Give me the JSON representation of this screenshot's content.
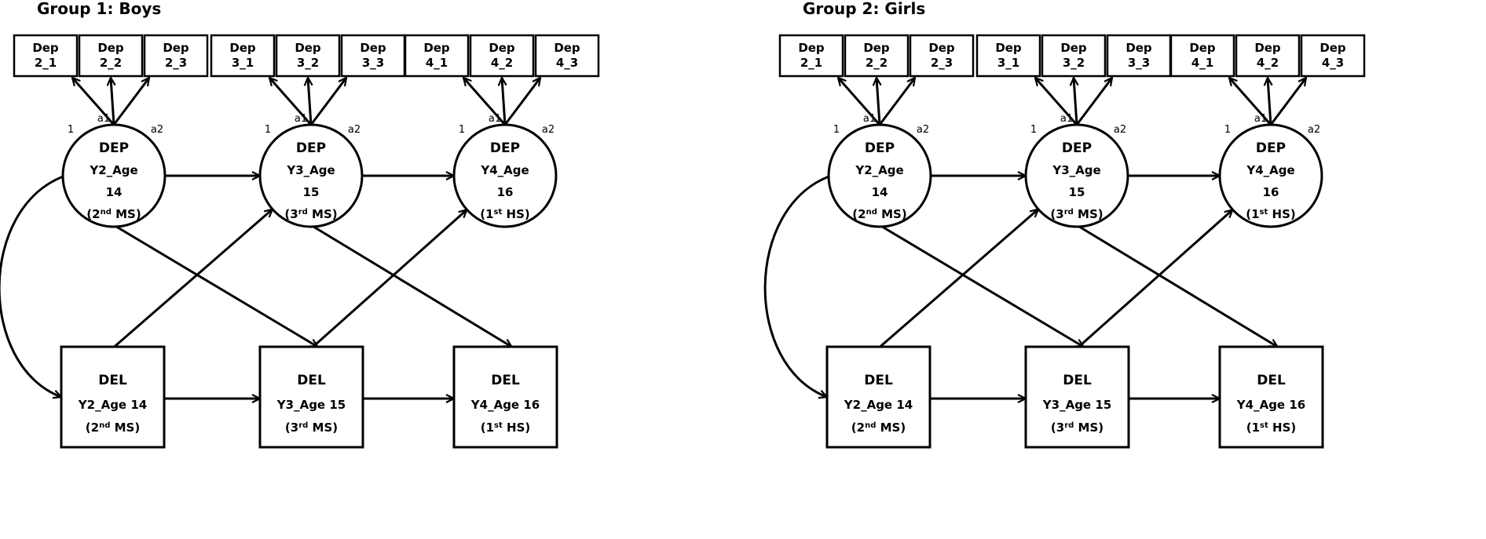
{
  "groups": [
    {
      "title": "Group 1: Boys",
      "dep": [
        {
          "name": "DEP",
          "wave": "Y2_Age",
          "age": "14",
          "grade_num": "2",
          "grade_sup": "nd",
          "grade_lvl": "MS",
          "indicators": [
            {
              "l1": "Dep",
              "l2": "2_1"
            },
            {
              "l1": "Dep",
              "l2": "2_2"
            },
            {
              "l1": "Dep",
              "l2": "2_3"
            }
          ],
          "loadings": [
            "1",
            "a1",
            "a2"
          ]
        },
        {
          "name": "DEP",
          "wave": "Y3_Age",
          "age": "15",
          "grade_num": "3",
          "grade_sup": "rd",
          "grade_lvl": "MS",
          "indicators": [
            {
              "l1": "Dep",
              "l2": "3_1"
            },
            {
              "l1": "Dep",
              "l2": "3_2"
            },
            {
              "l1": "Dep",
              "l2": "3_3"
            }
          ],
          "loadings": [
            "1",
            "a1",
            "a2"
          ]
        },
        {
          "name": "DEP",
          "wave": "Y4_Age",
          "age": "16",
          "grade_num": "1",
          "grade_sup": "st",
          "grade_lvl": "HS",
          "indicators": [
            {
              "l1": "Dep",
              "l2": "4_1"
            },
            {
              "l1": "Dep",
              "l2": "4_2"
            },
            {
              "l1": "Dep",
              "l2": "4_3"
            }
          ],
          "loadings": [
            "1",
            "a1",
            "a2"
          ]
        }
      ],
      "del": [
        {
          "name": "DEL",
          "wave": "Y2_Age 14",
          "grade_num": "2",
          "grade_sup": "nd",
          "grade_lvl": "MS"
        },
        {
          "name": "DEL",
          "wave": "Y3_Age 15",
          "grade_num": "3",
          "grade_sup": "rd",
          "grade_lvl": "MS"
        },
        {
          "name": "DEL",
          "wave": "Y4_Age 16",
          "grade_num": "1",
          "grade_sup": "st",
          "grade_lvl": "HS"
        }
      ]
    },
    {
      "title": "Group 2: Girls",
      "dep": [
        {
          "name": "DEP",
          "wave": "Y2_Age",
          "age": "14",
          "grade_num": "2",
          "grade_sup": "nd",
          "grade_lvl": "MS",
          "indicators": [
            {
              "l1": "Dep",
              "l2": "2_1"
            },
            {
              "l1": "Dep",
              "l2": "2_2"
            },
            {
              "l1": "Dep",
              "l2": "2_3"
            }
          ],
          "loadings": [
            "1",
            "a1",
            "a2"
          ]
        },
        {
          "name": "DEP",
          "wave": "Y3_Age",
          "age": "15",
          "grade_num": "3",
          "grade_sup": "rd",
          "grade_lvl": "MS",
          "indicators": [
            {
              "l1": "Dep",
              "l2": "3_1"
            },
            {
              "l1": "Dep",
              "l2": "3_2"
            },
            {
              "l1": "Dep",
              "l2": "3_3"
            }
          ],
          "loadings": [
            "1",
            "a1",
            "a2"
          ]
        },
        {
          "name": "DEP",
          "wave": "Y4_Age",
          "age": "16",
          "grade_num": "1",
          "grade_sup": "st",
          "grade_lvl": "HS",
          "indicators": [
            {
              "l1": "Dep",
              "l2": "4_1"
            },
            {
              "l1": "Dep",
              "l2": "4_2"
            },
            {
              "l1": "Dep",
              "l2": "4_3"
            }
          ],
          "loadings": [
            "1",
            "a1",
            "a2"
          ]
        }
      ],
      "del": [
        {
          "name": "DEL",
          "wave": "Y2_Age 14",
          "grade_num": "2",
          "grade_sup": "nd",
          "grade_lvl": "MS"
        },
        {
          "name": "DEL",
          "wave": "Y3_Age 15",
          "grade_num": "3",
          "grade_sup": "rd",
          "grade_lvl": "MS"
        },
        {
          "name": "DEL",
          "wave": "Y4_Age 16",
          "grade_num": "1",
          "grade_sup": "st",
          "grade_lvl": "HS"
        }
      ]
    }
  ]
}
